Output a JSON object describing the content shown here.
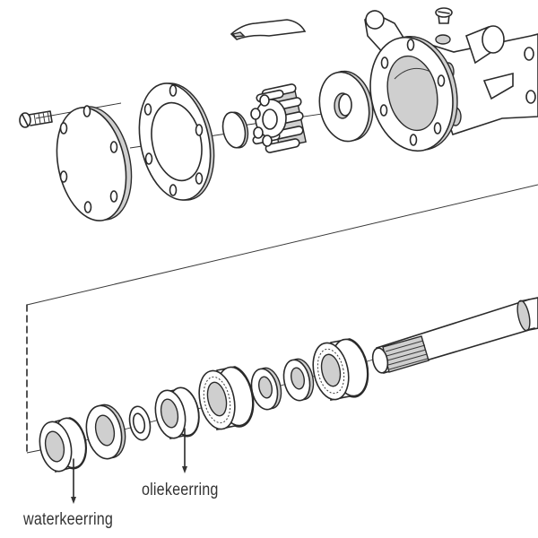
{
  "diagram": {
    "title": "Exploded view impeller pump",
    "labels": {
      "water_seal": "waterkeerring",
      "oil_seal": "oliekeerring"
    },
    "parts_upper": [
      "cover-screw",
      "end-cover",
      "gasket",
      "o-ring",
      "impeller",
      "wear-plate",
      "cam",
      "pump-housing",
      "plug-screw"
    ],
    "parts_lower": [
      "water-seal",
      "washer",
      "small-ring",
      "oil-seal",
      "roller-bearing",
      "small-seal",
      "washer-2",
      "ball-bearing",
      "shaft"
    ],
    "colors": {
      "line": "#2a2a2a",
      "fill": "#cfcfcf",
      "background": "#ffffff"
    }
  }
}
